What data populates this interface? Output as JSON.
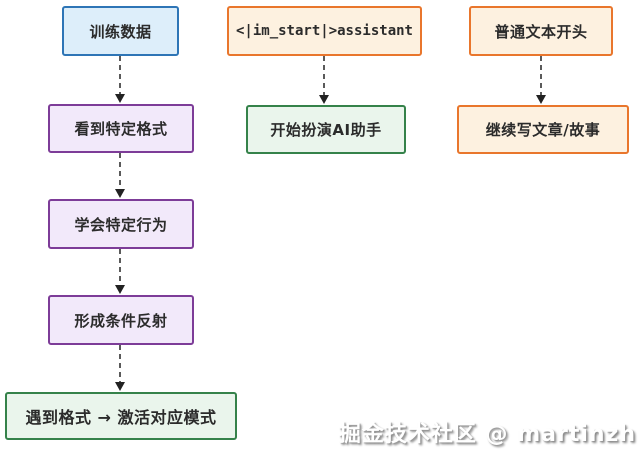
{
  "diagram": {
    "nodes": {
      "training_data": "训练数据",
      "im_start": "<|im_start|>assistant",
      "plain_text": "普通文本开头",
      "see_format": "看到特定格式",
      "role_play": "开始扮演AI助手",
      "continue_writing": "继续写文章/故事",
      "learn_behavior": "学会特定行为",
      "conditioned_reflex": "形成条件反射",
      "meet_format": "遇到格式 → 激活对应模式"
    },
    "palette": {
      "blue_fill": "#ddeefa",
      "blue_border": "#2e75b6",
      "purple_fill": "#f2e9fa",
      "purple_border": "#7d3c98",
      "green_fill": "#eaf5ec",
      "green_border": "#35824a",
      "orange_fill": "#fdf1e0",
      "orange_border": "#e9762c",
      "arrow_line": "#5a5a5a",
      "arrow_head": "#222222",
      "text": "#2b2b2b"
    }
  },
  "watermark": {
    "text": "掘金技术社区 @ martinzh"
  }
}
